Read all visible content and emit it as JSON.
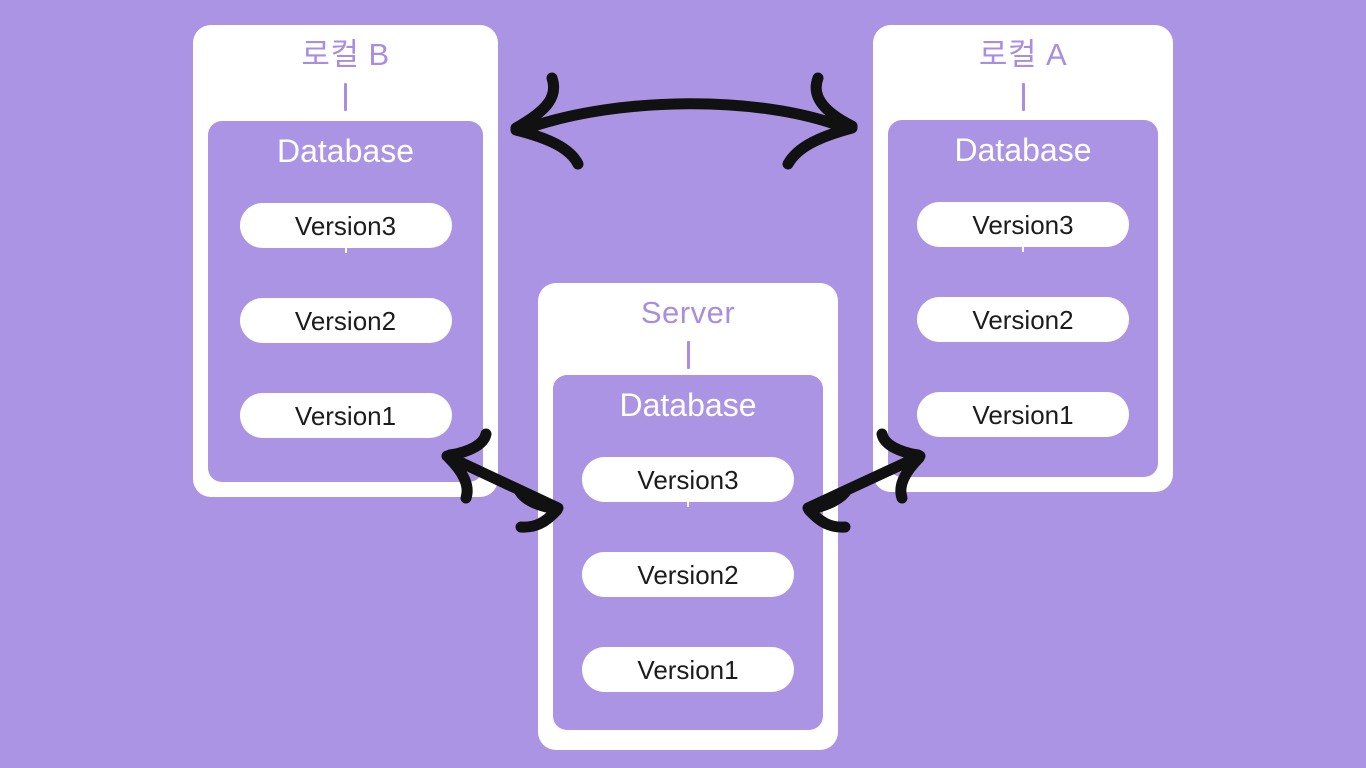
{
  "diagram": {
    "title_text_color": "#a98ddf",
    "background_color": "#ab94e3",
    "card_color": "#ffffff",
    "db_color": "#ab94e3",
    "pill_color": "#ffffff",
    "pill_text_color": "#1c1c1c",
    "arrow_color": "#111111"
  },
  "nodes": {
    "local_b": {
      "title": "로컬 B",
      "db_label": "Database",
      "versions": [
        "Version3",
        "Version2",
        "Version1"
      ]
    },
    "server": {
      "title": "Server",
      "db_label": "Database",
      "versions": [
        "Version3",
        "Version2",
        "Version1"
      ]
    },
    "local_a": {
      "title": "로컬 A",
      "db_label": "Database",
      "versions": [
        "Version3",
        "Version2",
        "Version1"
      ]
    }
  },
  "arrows": [
    {
      "name": "local-b-to-local-a",
      "direction": "bidirectional"
    },
    {
      "name": "local-b-to-server",
      "direction": "bidirectional"
    },
    {
      "name": "server-to-local-a",
      "direction": "bidirectional"
    }
  ]
}
